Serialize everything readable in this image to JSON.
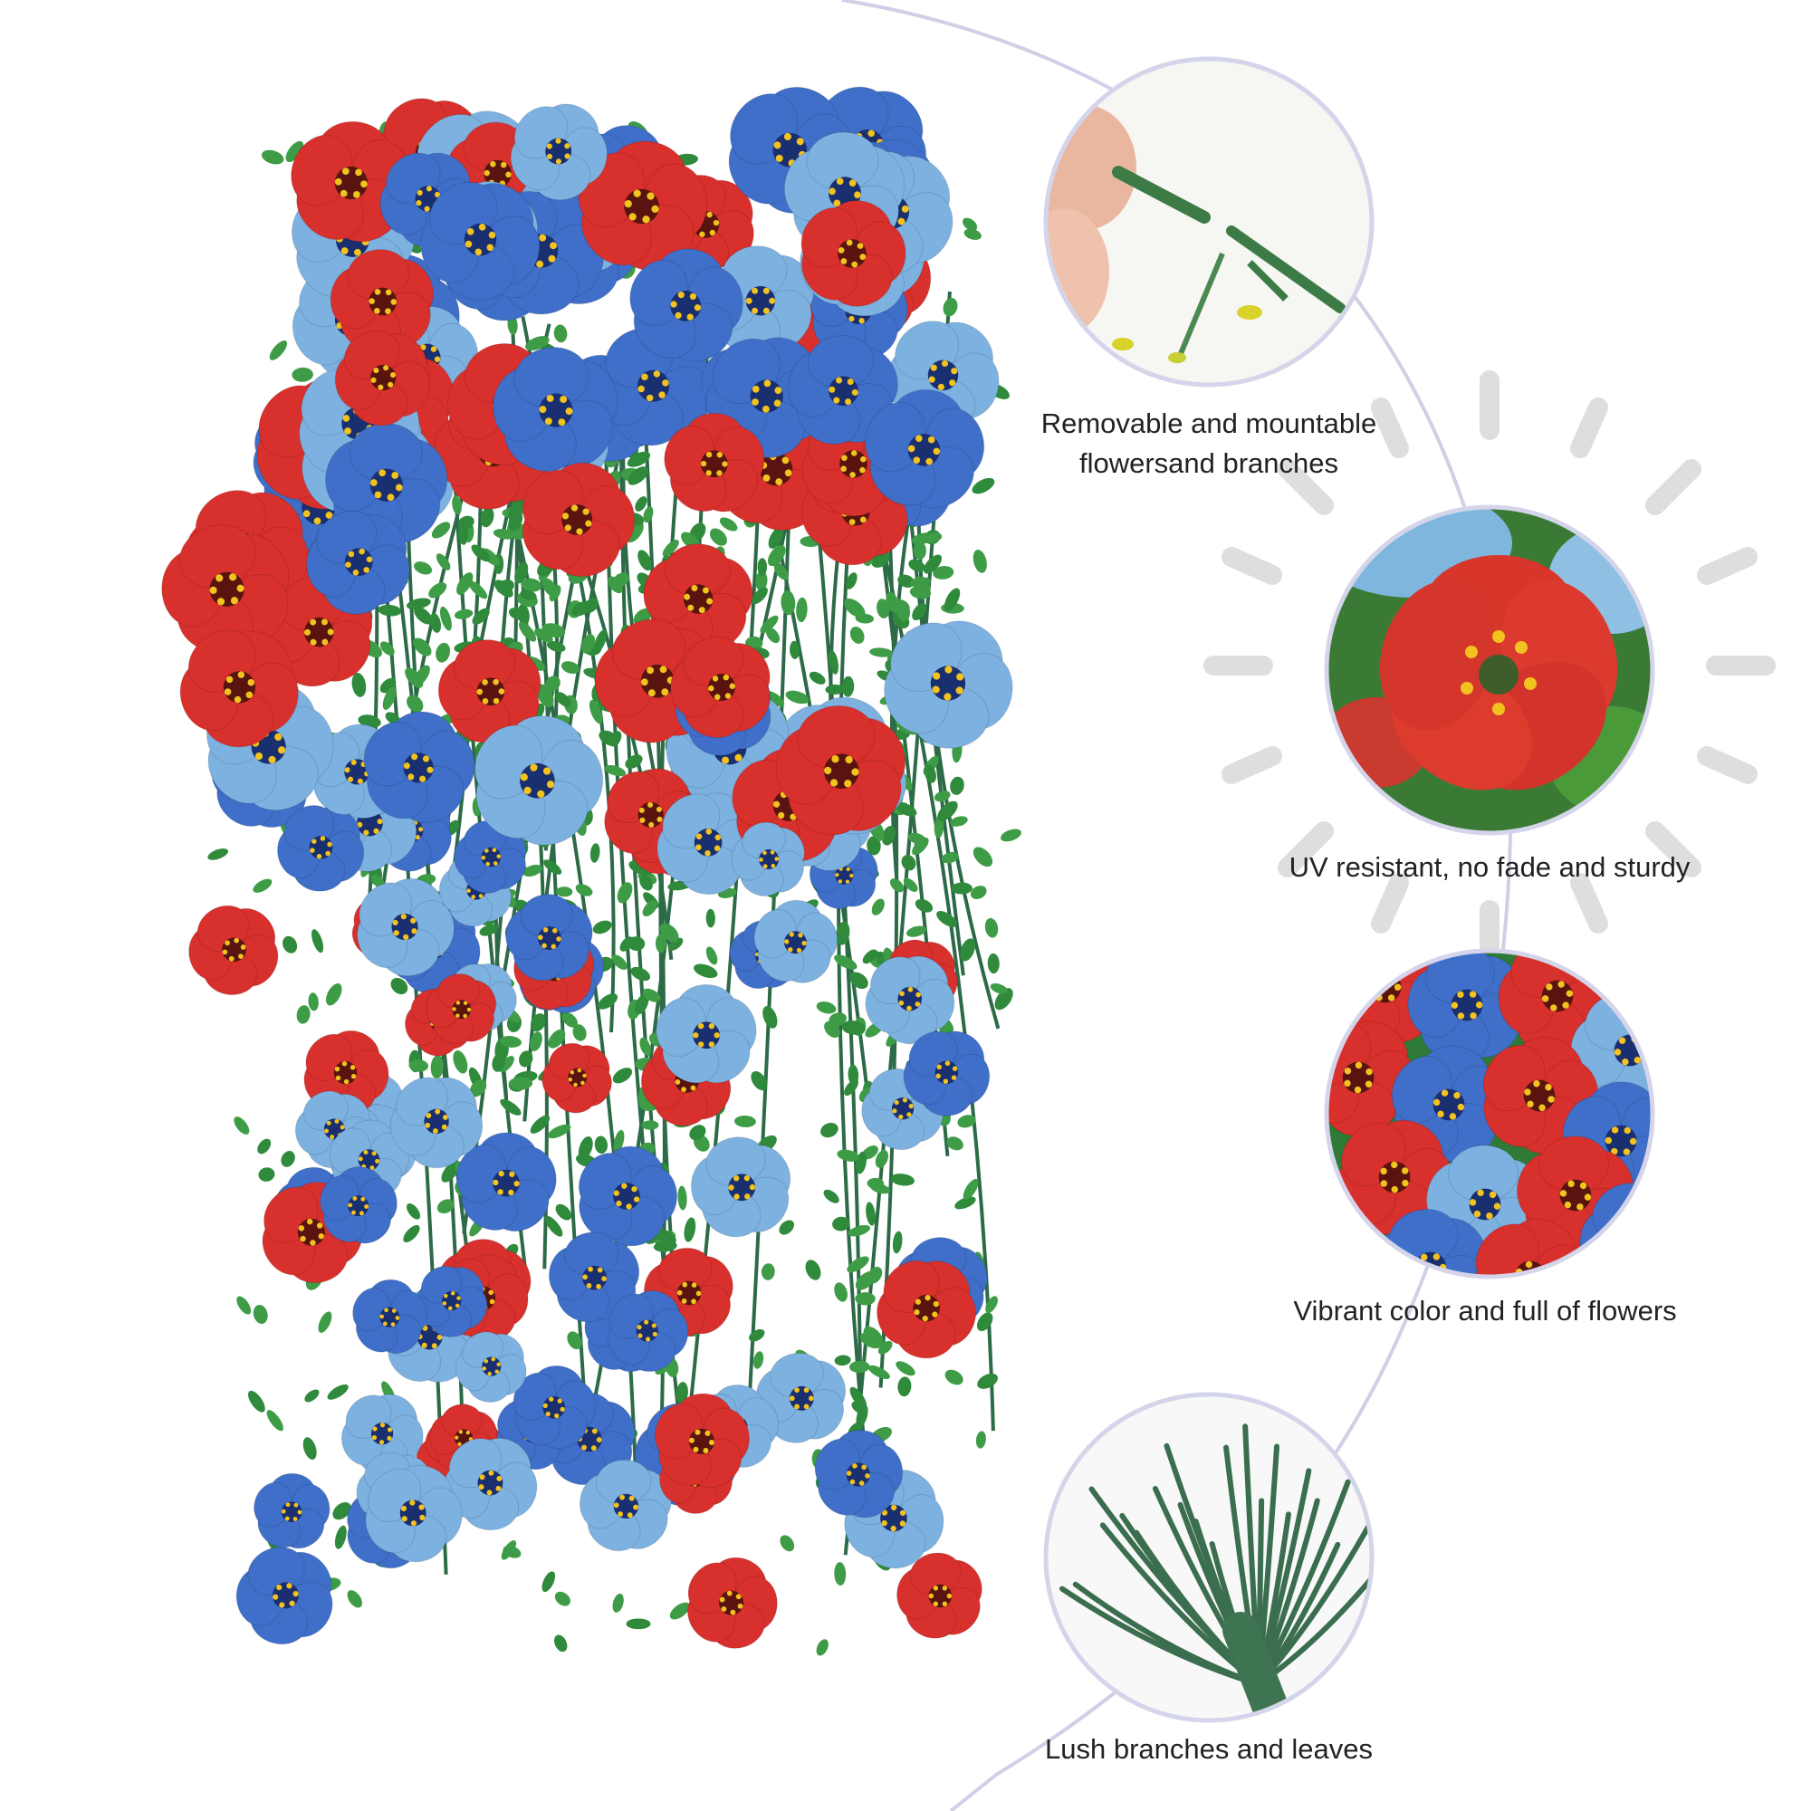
{
  "features": [
    {
      "caption_lines": [
        "Removable and mountable",
        "flowersand branches"
      ]
    },
    {
      "caption_lines": [
        "UV resistant, no fade and sturdy"
      ]
    },
    {
      "caption_lines": [
        "Vibrant color and full of flowers"
      ]
    },
    {
      "caption_lines": [
        "Lush branches and leaves"
      ]
    }
  ],
  "colors": {
    "background": "#ffffff",
    "guide_line": "#cfd0e6",
    "circle_border": "#d4d5ea",
    "sun_rays": "#dedede",
    "flower_red": "#d8302c",
    "flower_blue": "#3f6fc8",
    "flower_light_blue": "#7db1e0",
    "leaf_green": "#2f8a3c",
    "stem_green": "#2d6a47",
    "caption_text": "#222222"
  },
  "icons": [
    "sun-rays-icon",
    "hanging-flower-bunch",
    "stem-connector-detail",
    "red-flower-closeup",
    "mixed-flowers-closeup",
    "stem-bundle-detail"
  ]
}
